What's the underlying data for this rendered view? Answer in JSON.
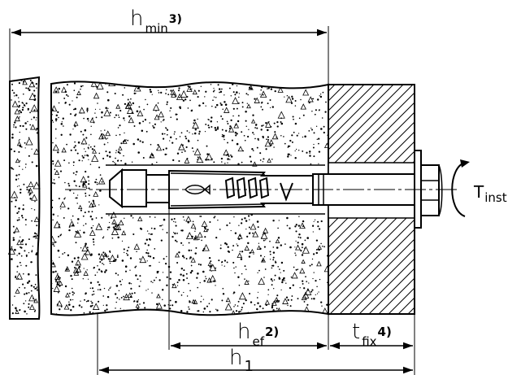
{
  "labels": {
    "h_min": {
      "main": "h",
      "sub": "min",
      "sup": "3)"
    },
    "h_ef": {
      "main": "h",
      "sub": "ef",
      "sup": "2)"
    },
    "t_fix": {
      "main": "t",
      "sub": "fix",
      "sup": "4)"
    },
    "h_1": {
      "main": "h",
      "sub": "1"
    },
    "t_inst": {
      "main": "T",
      "sub": "inst"
    }
  },
  "colors": {
    "line": "#000000",
    "background": "#ffffff"
  }
}
